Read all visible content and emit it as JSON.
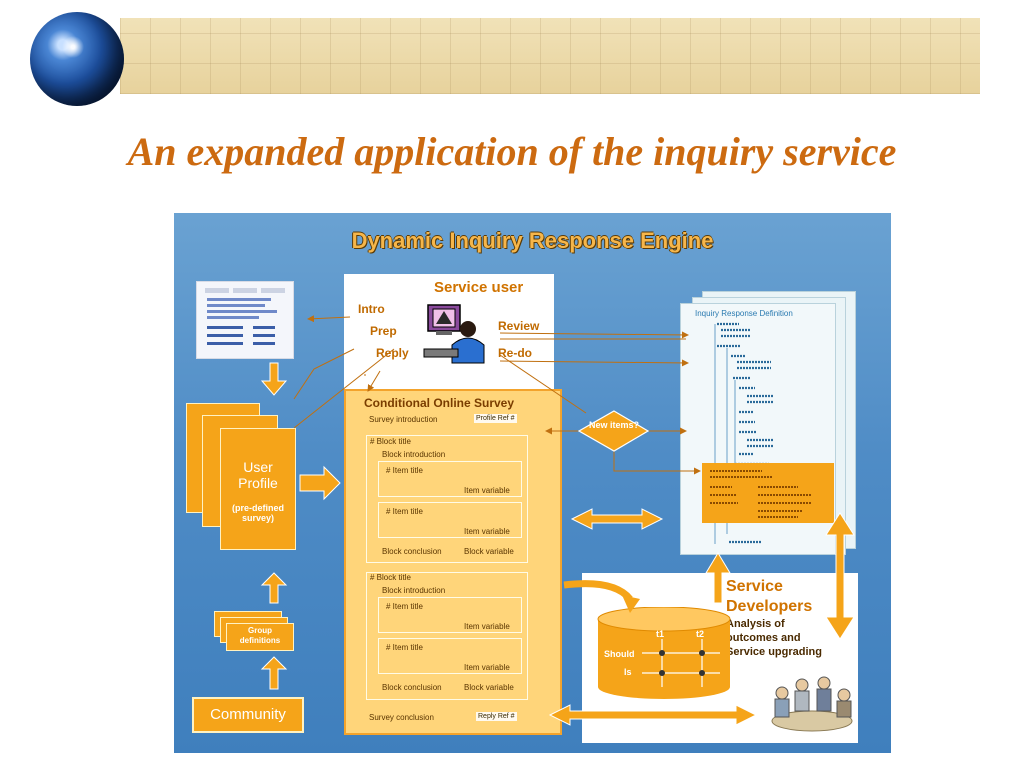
{
  "slide_title": "An expanded application of the inquiry service",
  "engine_title": "Dynamic Inquiry Response Engine",
  "service_user": {
    "title": "Service user",
    "left_labels": [
      "Intro",
      "Prep",
      "Reply"
    ],
    "right_labels": [
      "Review",
      "Re-do"
    ]
  },
  "survey": {
    "title": "Conditional Online Survey",
    "introduction": "Survey introduction",
    "profile_ref": "Profile Ref #",
    "block_title": "# Block title",
    "block_introduction": "Block introduction",
    "item_title": "# Item title",
    "item_variable": "Item variable",
    "block_conclusion": "Block conclusion",
    "block_variable": "Block variable",
    "conclusion": "Survey conclusion",
    "reply_ref": "Reply Ref #"
  },
  "profile": {
    "line1": "User",
    "line2": "Profile",
    "note": "(pre-defined survey)"
  },
  "group_definitions": "Group definitions",
  "community": "Community",
  "decision": "New items?",
  "definition_doc": {
    "title": "Inquiry Response Definition"
  },
  "developers": {
    "title_line1": "Service",
    "title_line2": "Developers",
    "sub_line1": "Analysis of",
    "sub_line2": "outcomes and",
    "sub_line3": "Service upgrading"
  },
  "database": {
    "t1": "t1",
    "t2": "t2",
    "should": "Should",
    "is": "Is"
  },
  "colors": {
    "title": "#cc6a10",
    "panel": "#4f8cc6",
    "orange": "#f5a419",
    "survey_fill": "#ffd57a"
  }
}
